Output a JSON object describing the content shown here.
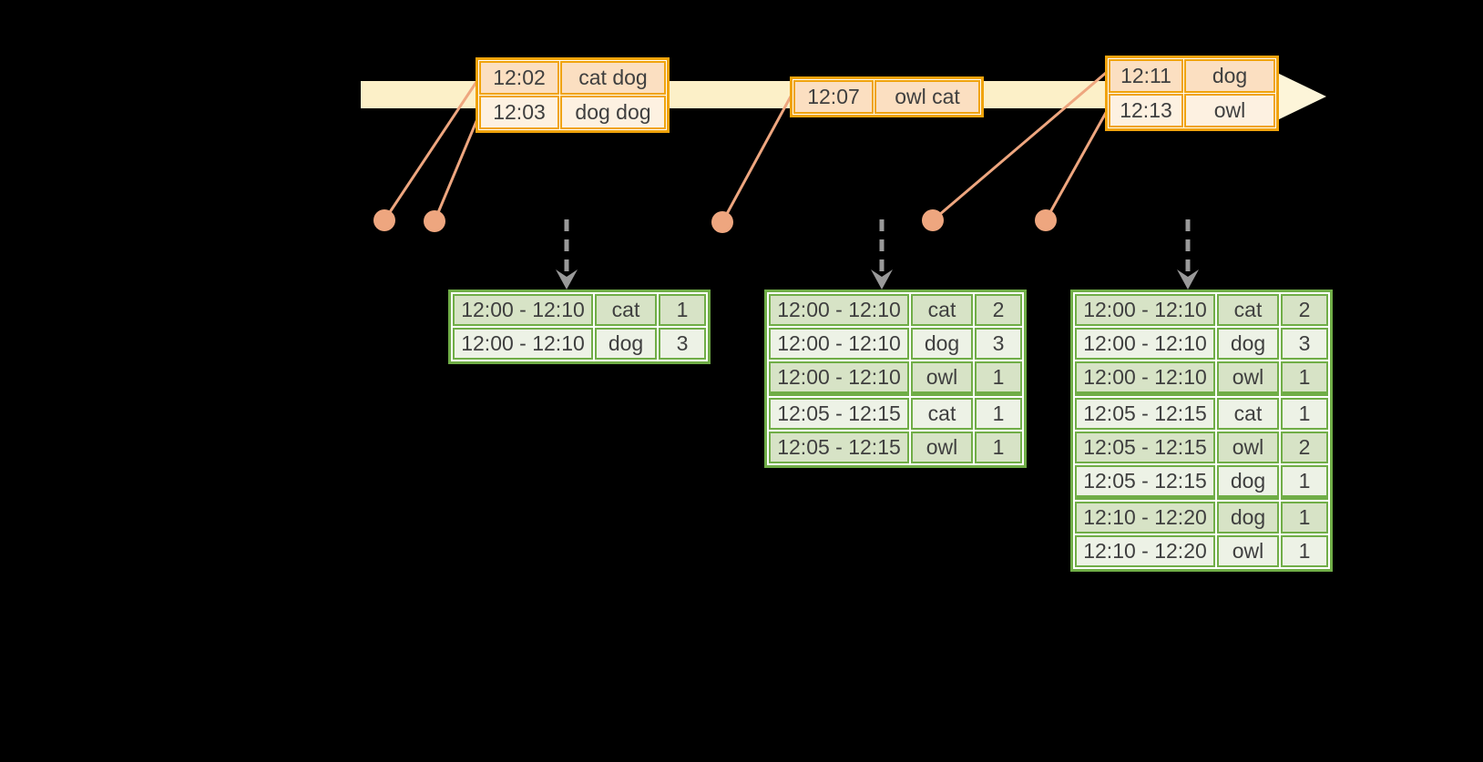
{
  "colors": {
    "bg": "#000000",
    "cream": "#fcf0c8",
    "cream-light": "#fdf5d9",
    "orange": "#f0a30a",
    "peach-dark": "#fbdfc1",
    "peach-light": "#fdf1e1",
    "salmon": "#eea67f",
    "gray-arrow": "#999999",
    "green": "#70ad47",
    "green-row-dark": "#d7e3c6",
    "green-row-light": "#edf2e6",
    "text": "#3f3f3f"
  },
  "event_tables": [
    {
      "rows": [
        {
          "time": "12:02",
          "words": "cat dog"
        },
        {
          "time": "12:03",
          "words": "dog dog"
        }
      ]
    },
    {
      "rows": [
        {
          "time": "12:07",
          "words": "owl cat"
        }
      ]
    },
    {
      "rows": [
        {
          "time": "12:11",
          "words": "dog"
        },
        {
          "time": "12:13",
          "words": "owl"
        }
      ]
    }
  ],
  "result_tables": [
    {
      "rows": [
        {
          "window": "12:00 - 12:10",
          "word": "cat",
          "count": 1
        },
        {
          "window": "12:00 - 12:10",
          "word": "dog",
          "count": 3
        }
      ]
    },
    {
      "rows": [
        {
          "window": "12:00 - 12:10",
          "word": "cat",
          "count": 2
        },
        {
          "window": "12:00 - 12:10",
          "word": "dog",
          "count": 3
        },
        {
          "window": "12:00 - 12:10",
          "word": "owl",
          "count": 1,
          "group_end": true
        },
        {
          "window": "12:05 - 12:15",
          "word": "cat",
          "count": 1
        },
        {
          "window": "12:05 - 12:15",
          "word": "owl",
          "count": 1
        }
      ]
    },
    {
      "rows": [
        {
          "window": "12:00 - 12:10",
          "word": "cat",
          "count": 2
        },
        {
          "window": "12:00 - 12:10",
          "word": "dog",
          "count": 3
        },
        {
          "window": "12:00 - 12:10",
          "word": "owl",
          "count": 1,
          "group_end": true
        },
        {
          "window": "12:05 - 12:15",
          "word": "cat",
          "count": 1
        },
        {
          "window": "12:05 - 12:15",
          "word": "owl",
          "count": 2
        },
        {
          "window": "12:05 - 12:15",
          "word": "dog",
          "count": 1,
          "group_end": true
        },
        {
          "window": "12:10 - 12:20",
          "word": "dog",
          "count": 1
        },
        {
          "window": "12:10 - 12:20",
          "word": "owl",
          "count": 1
        }
      ]
    }
  ]
}
